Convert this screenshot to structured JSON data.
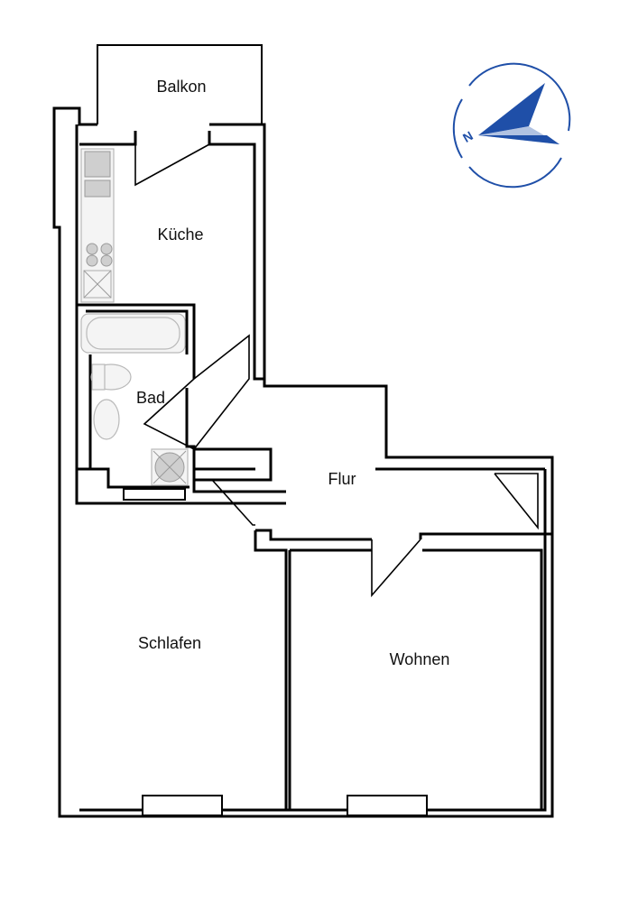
{
  "rooms": {
    "balkon": "Balkon",
    "kueche": "Küche",
    "bad": "Bad",
    "flur": "Flur",
    "schlafen": "Schlafen",
    "wohnen": "Wohnen"
  },
  "compass": {
    "letter": "N",
    "color": "#1f4fa8"
  }
}
